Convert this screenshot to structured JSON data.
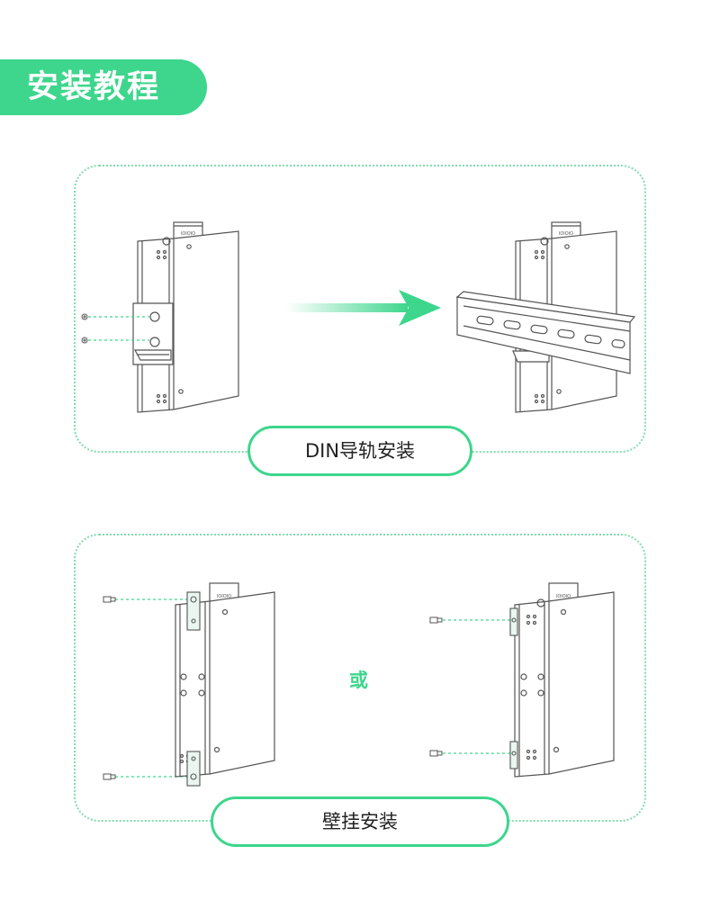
{
  "header": {
    "title": "安装教程"
  },
  "din_section": {
    "label": "DIN导轨安装"
  },
  "wall_section": {
    "label": "壁挂安装",
    "or_label": "或"
  },
  "colors": {
    "accent": "#3dd68c",
    "dotted_border": "#7fdcae",
    "line_art": "#555555"
  },
  "icons": [
    "device-icon",
    "din-rail-icon",
    "arrow-right-icon",
    "screw-icon",
    "mounting-bracket-icon"
  ]
}
